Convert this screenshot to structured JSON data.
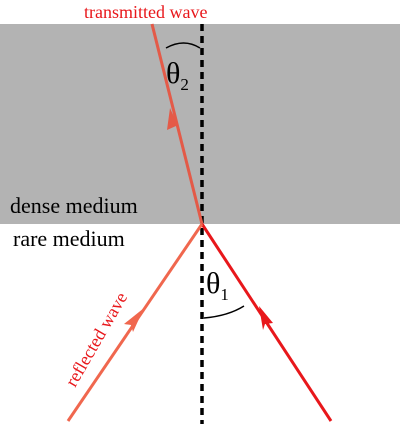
{
  "diagram": {
    "labels": {
      "transmitted": "transmitted wave",
      "reflected": "reflected wave",
      "dense": "dense medium",
      "rare": "rare medium"
    },
    "angles": {
      "theta2": {
        "symbol": "θ",
        "subscript": "2"
      },
      "theta1": {
        "symbol": "θ",
        "subscript": "1"
      }
    },
    "colors": {
      "dense_medium_fill": "#b3b3b3",
      "incident_ray": "#e8171b",
      "reflected_ray": "#f0674e",
      "transmitted_ray": "#e45a48",
      "transmitted_label": "#e8171b",
      "reflected_label": "#e8171b",
      "normal_line": "#000000",
      "text": "#000000"
    }
  }
}
